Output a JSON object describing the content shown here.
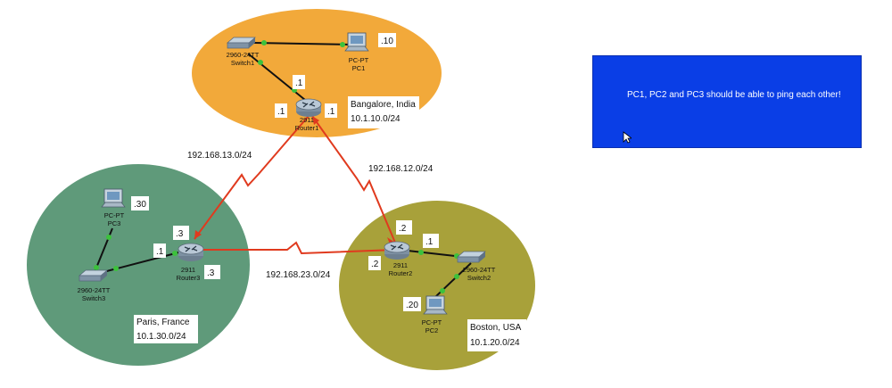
{
  "note": {
    "text": "PC1, PC2 and PC3 should be able to ping each other!",
    "background": "#0a3ee6"
  },
  "colors": {
    "bangalore_zone": "#f2a93a",
    "paris_zone": "#5f9a7a",
    "boston_zone": "#a8a13a",
    "serial_link": "#e03a1e",
    "ethernet_link": "#111111",
    "port_dot": "#3cc23c"
  },
  "sites": {
    "bangalore": {
      "name": "Bangalore, India",
      "subnet": "10.1.10.0/24"
    },
    "paris": {
      "name": "Paris, France",
      "subnet": "10.1.30.0/24"
    },
    "boston": {
      "name": "Boston, USA",
      "subnet": "10.1.20.0/24"
    }
  },
  "devices": {
    "switch1": {
      "model": "2960-24TT",
      "name": "Switch1"
    },
    "pc1": {
      "model": "PC-PT",
      "name": "PC1",
      "ip": ".10"
    },
    "router1": {
      "model": "2911",
      "name": "Router1",
      "lan_ip": ".1",
      "left_ip": ".1",
      "right_ip": ".1"
    },
    "pc3": {
      "model": "PC-PT",
      "name": "PC3",
      "ip": ".30"
    },
    "switch3": {
      "model": "2960-24TT",
      "name": "Switch3"
    },
    "router3": {
      "model": "2911",
      "name": "Router3",
      "lan_ip": ".1",
      "top_ip": ".3",
      "right_ip": ".3"
    },
    "router2": {
      "model": "2911",
      "name": "Router2",
      "lan_ip": ".1",
      "top_ip": ".2",
      "left_ip": ".2"
    },
    "switch2": {
      "model": "2960-24TT",
      "name": "Switch2"
    },
    "pc2": {
      "model": "PC-PT",
      "name": "PC2",
      "ip": ".20"
    }
  },
  "links": {
    "r1_r3": "192.168.13.0/24",
    "r1_r2": "192.168.12.0/24",
    "r3_r2": "192.168.23.0/24"
  }
}
